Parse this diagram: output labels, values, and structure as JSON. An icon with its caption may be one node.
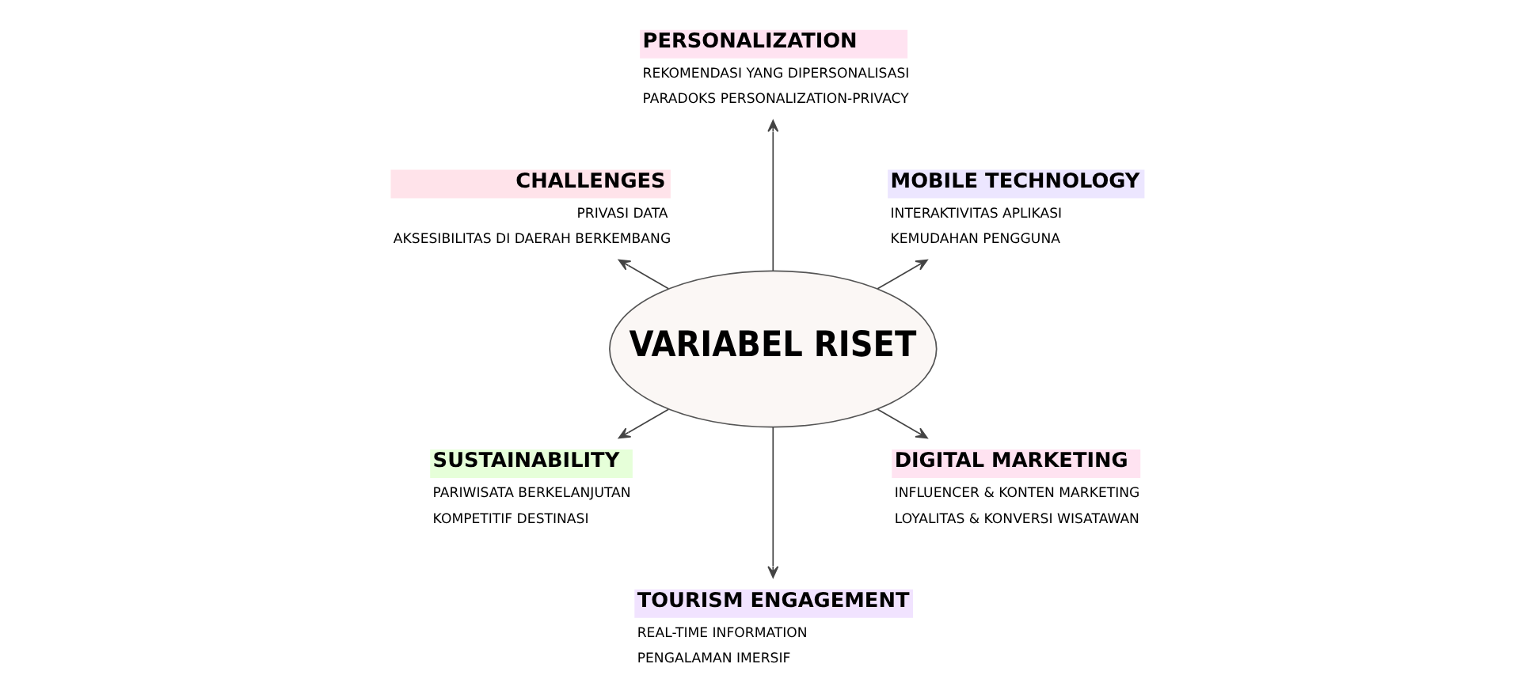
{
  "diagram": {
    "nodes": [
      {
        "text": [
          "VARIABEL RISET"
        ]
      },
      {
        "text": [
          "MOBILE TECHNOLOGY",
          "INTERAKTIVITAS APLIKASI",
          "KEMUDAHAN PENGGUNA"
        ]
      },
      {
        "text": [
          "PERSONALIZATION",
          "REKOMENDASI YANG DIPERSONALISASI",
          "PARADOKS PERSONALIZATION-PRIVACY"
        ]
      },
      {
        "text": [
          "CHALLENGES",
          "PRIVASI DATA",
          "AKSESIBILITAS DI DAERAH BERKEMBANG"
        ]
      },
      {
        "text": [
          "SUSTAINABILITY",
          "PARIWISATA BERKELANJUTAN",
          "KOMPETITIF DESTINASI"
        ]
      },
      {
        "text": [
          "TOURISM ENGAGEMENT",
          "REAL-TIME INFORMATION",
          "PENGALAMAN IMERSIF"
        ]
      },
      {
        "text": [
          "DIGITAL MARKETING",
          "INFLUENCER & KONTEN MARKETING",
          "LOYALITAS & KONVERSI WISATAWAN"
        ]
      }
    ],
    "edges": [
      {
        "from": 0,
        "to": 1,
        "arrow": "to"
      },
      {
        "from": 0,
        "to": 2,
        "arrow": "to"
      },
      {
        "from": 0,
        "to": 3,
        "arrow": "to"
      },
      {
        "from": 0,
        "to": 4,
        "arrow": "to"
      },
      {
        "from": 0,
        "to": 5,
        "arrow": "to"
      },
      {
        "from": 0,
        "to": 6,
        "arrow": "to"
      }
    ]
  }
}
